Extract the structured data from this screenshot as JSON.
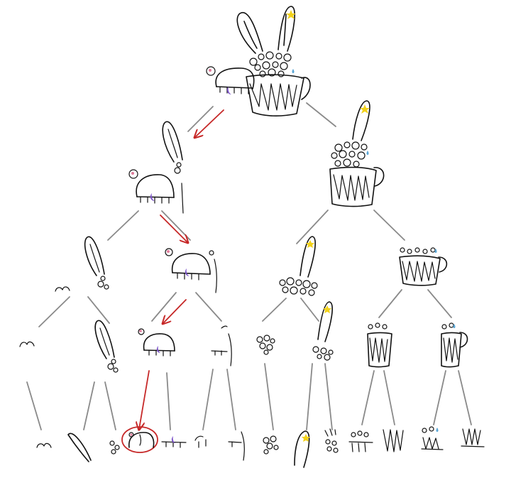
{
  "colors": {
    "ink": "#111111",
    "edge": "#8a8a8a",
    "highlight": "#c62828",
    "star": "#f2d21b",
    "moon": "#7b52c9",
    "flower": "#e07b9a",
    "drop": "#5aa6d6"
  },
  "tree": {
    "levels": 5,
    "root": "bunny-with-basket",
    "path": [
      "root",
      "level-1-left",
      "level-2-right",
      "level-3-left",
      "leaf-body-outline"
    ],
    "highlighted_leaf": "leaf-body-outline"
  },
  "icons": {
    "star": "star-icon",
    "moon": "moon-icon",
    "flower": "flower-icon",
    "drop": "drop-icon"
  }
}
